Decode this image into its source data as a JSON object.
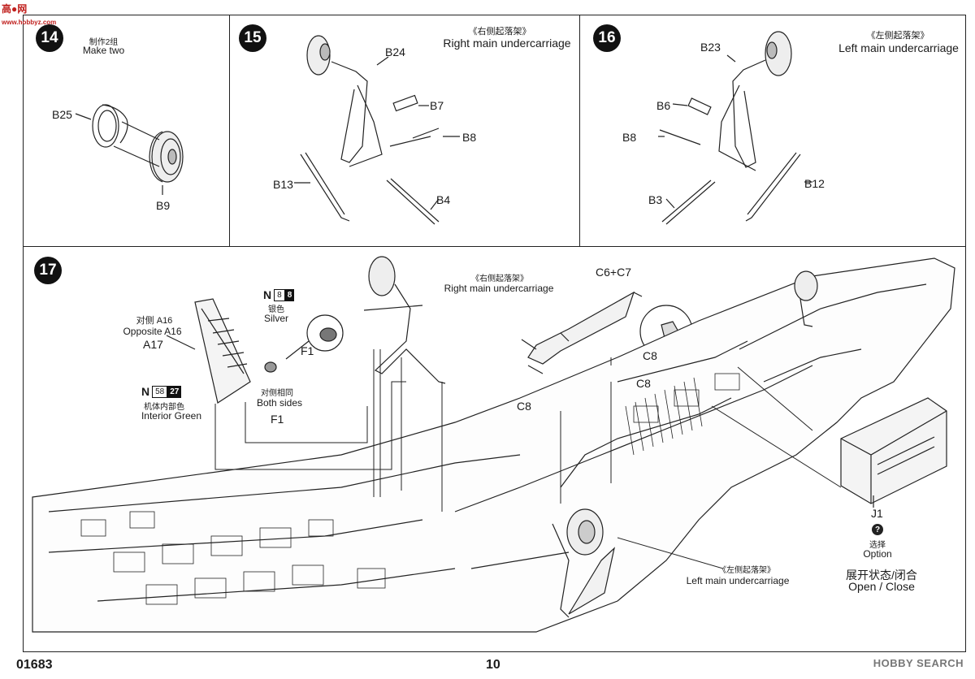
{
  "watermarks": {
    "top_left": "高●网",
    "top_left_url": "www.hobbyz.com",
    "bottom_right": "HOBBY SEARCH"
  },
  "step14": {
    "number": "14",
    "note_cn": "制作2组",
    "note_en": "Make two",
    "parts": [
      "B25",
      "B9"
    ]
  },
  "step15": {
    "number": "15",
    "title_cn": "《右侧起落架》",
    "title_en": "Right main undercarriage",
    "parts": [
      "B24",
      "B7",
      "B8",
      "B13",
      "B4"
    ]
  },
  "step16": {
    "number": "16",
    "title_cn": "《左侧起落架》",
    "title_en": "Left main undercarriage",
    "parts": [
      "B23",
      "B6",
      "B8",
      "B3",
      "B12"
    ]
  },
  "step17": {
    "number": "17",
    "opposite_cn": "对侧  A16",
    "opposite_en": "Opposite A16",
    "part_a17": "A17",
    "paint_silver": {
      "code": "N",
      "box1": "8",
      "box2": "8",
      "cn": "银色",
      "en": "Silver"
    },
    "paint_green": {
      "code": "N",
      "box1": "58",
      "box2": "27",
      "cn": "机体内部色",
      "en": "Interior Green"
    },
    "part_f1_detail": "F1",
    "both_sides_cn": "对侧相同",
    "both_sides_en": "Both sides",
    "part_f1": "F1",
    "right_uc_cn": "《右侧起落架》",
    "right_uc_en": "Right main undercarriage",
    "missile": "C6+C7",
    "c8_labels": [
      "C8",
      "C8",
      "C8"
    ],
    "left_uc_cn": "《左侧起落架》",
    "left_uc_en": "Left main undercarriage",
    "part_j1": "J1",
    "option_icon": "?",
    "option_cn": "选择",
    "option_en": "Option",
    "open_close_cn": "展开状态/闭合",
    "open_close_en": "Open / Close"
  },
  "footer": {
    "code": "01683",
    "page": "10"
  }
}
